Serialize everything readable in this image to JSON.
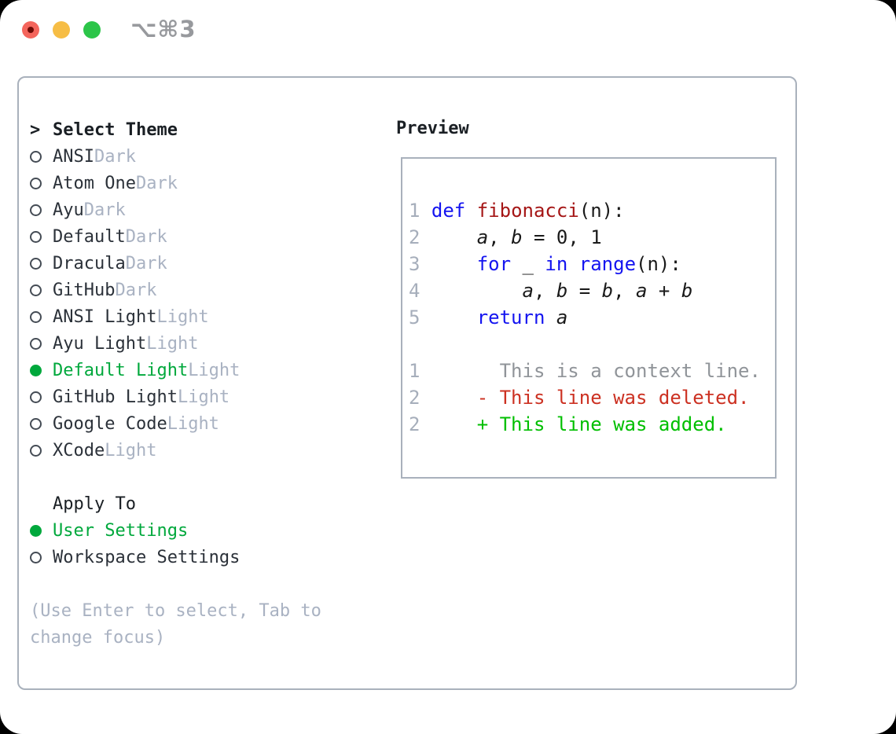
{
  "window": {
    "shortcut": "⌥⌘3",
    "traffic_lights": [
      "close",
      "minimize",
      "zoom"
    ]
  },
  "colors": {
    "border": "#a9b1bc",
    "text_dark": "#2b3139",
    "text_muted": "#a9b2c2",
    "selected_green": "#00a83c",
    "added_green": "#00bf00",
    "deleted_red": "#cc3122",
    "context_gray": "#909499",
    "keyword_blue": "#1414f0",
    "function_red": "#a51616",
    "line_number_gray": "#a6aebb"
  },
  "theme_list": {
    "focus_marker": ">",
    "title": "Select Theme",
    "items": [
      {
        "name": "ANSI",
        "tag": "Dark",
        "selected": false
      },
      {
        "name": "Atom One",
        "tag": "Dark",
        "selected": false
      },
      {
        "name": "Ayu",
        "tag": "Dark",
        "selected": false
      },
      {
        "name": "Default",
        "tag": "Dark",
        "selected": false
      },
      {
        "name": "Dracula",
        "tag": "Dark",
        "selected": false
      },
      {
        "name": "GitHub",
        "tag": "Dark",
        "selected": false
      },
      {
        "name": "ANSI Light",
        "tag": "Light",
        "selected": false
      },
      {
        "name": "Ayu Light",
        "tag": "Light",
        "selected": false
      },
      {
        "name": "Default Light",
        "tag": "Light",
        "selected": true
      },
      {
        "name": "GitHub Light",
        "tag": "Light",
        "selected": false
      },
      {
        "name": "Google Code",
        "tag": "Light",
        "selected": false
      },
      {
        "name": "XCode",
        "tag": "Light",
        "selected": false
      }
    ]
  },
  "apply_to": {
    "title": "Apply To",
    "options": [
      {
        "label": "User Settings",
        "selected": true
      },
      {
        "label": "Workspace Settings",
        "selected": false
      }
    ]
  },
  "hint": {
    "line1": "(Use Enter to select, Tab to",
    "line2": "change focus)"
  },
  "preview": {
    "title": "Preview",
    "lines": [
      {
        "segments": [
          {
            "text": "1 ",
            "style": "num"
          },
          {
            "text": "def",
            "style": "kw"
          },
          {
            "text": " ",
            "style": "plain"
          },
          {
            "text": "fibonacci",
            "style": "fn"
          },
          {
            "text": "(n):",
            "style": "plain"
          }
        ]
      },
      {
        "segments": [
          {
            "text": "2 ",
            "style": "num"
          },
          {
            "text": "    ",
            "style": "plain"
          },
          {
            "text": "a",
            "style": "var"
          },
          {
            "text": ", ",
            "style": "plain"
          },
          {
            "text": "b",
            "style": "var"
          },
          {
            "text": " = 0, 1",
            "style": "plain"
          }
        ]
      },
      {
        "segments": [
          {
            "text": "3 ",
            "style": "num"
          },
          {
            "text": "    ",
            "style": "plain"
          },
          {
            "text": "for",
            "style": "kw"
          },
          {
            "text": " _ ",
            "style": "plain"
          },
          {
            "text": "in",
            "style": "kw"
          },
          {
            "text": " ",
            "style": "plain"
          },
          {
            "text": "range",
            "style": "kw"
          },
          {
            "text": "(n):",
            "style": "plain"
          }
        ]
      },
      {
        "segments": [
          {
            "text": "4 ",
            "style": "num"
          },
          {
            "text": "        ",
            "style": "plain"
          },
          {
            "text": "a",
            "style": "var"
          },
          {
            "text": ", ",
            "style": "plain"
          },
          {
            "text": "b",
            "style": "var"
          },
          {
            "text": " = ",
            "style": "plain"
          },
          {
            "text": "b",
            "style": "var"
          },
          {
            "text": ", ",
            "style": "plain"
          },
          {
            "text": "a",
            "style": "var"
          },
          {
            "text": " + ",
            "style": "plain"
          },
          {
            "text": "b",
            "style": "var"
          }
        ]
      },
      {
        "segments": [
          {
            "text": "5 ",
            "style": "num"
          },
          {
            "text": "    ",
            "style": "plain"
          },
          {
            "text": "return",
            "style": "kw"
          },
          {
            "text": " ",
            "style": "plain"
          },
          {
            "text": "a",
            "style": "var"
          }
        ]
      },
      {
        "segments": []
      },
      {
        "segments": [
          {
            "text": "1 ",
            "style": "num"
          },
          {
            "text": "      ",
            "style": "plain"
          },
          {
            "text": "This is a context line.",
            "style": "ctx"
          }
        ]
      },
      {
        "segments": [
          {
            "text": "2 ",
            "style": "num"
          },
          {
            "text": "    ",
            "style": "plain"
          },
          {
            "text": "- This line was deleted.",
            "style": "del"
          }
        ]
      },
      {
        "segments": [
          {
            "text": "2 ",
            "style": "num"
          },
          {
            "text": "    ",
            "style": "plain"
          },
          {
            "text": "+ This line was added.",
            "style": "add"
          }
        ]
      }
    ]
  }
}
